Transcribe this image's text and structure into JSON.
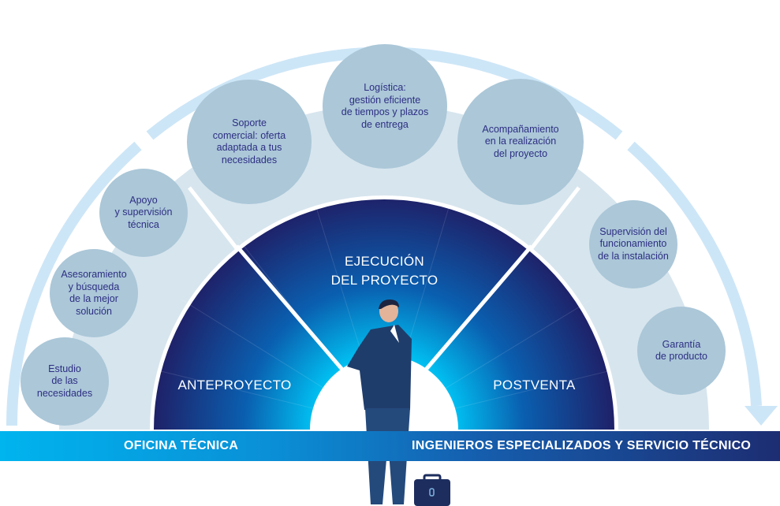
{
  "phases": {
    "anteproyecto": "ANTEPROYECTO",
    "ejecucion": "EJECUCIÓN\nDEL PROYECTO",
    "postventa": "POSTVENTA"
  },
  "services": [
    "Estudio\nde las\nnecesidades",
    "Asesoramiento\ny búsqueda\nde la mejor\nsolución",
    "Apoyo\ny supervisión\ntécnica",
    "Soporte\ncomercial: oferta\nadaptada a tus\nnecesidades",
    "Logística:\ngestión eficiente\nde tiempos y plazos\nde entrega",
    "Acompañamiento\nen la realización\ndel proyecto",
    "Supervisión del\nfuncionamiento\nde la instalación",
    "Garantía\nde producto"
  ],
  "bottom_bar": {
    "left": "OFICINA TÉCNICA",
    "right": "INGENIEROS ESPECIALIZADOS Y SERVICIO TÉCNICO"
  },
  "colors": {
    "bubble": "#abc7d8",
    "text": "#2d2f82",
    "arc": "#cde6f7",
    "band": "#d7e5ee",
    "dark": "#1d2a6e",
    "cyan": "#00b4ee"
  }
}
